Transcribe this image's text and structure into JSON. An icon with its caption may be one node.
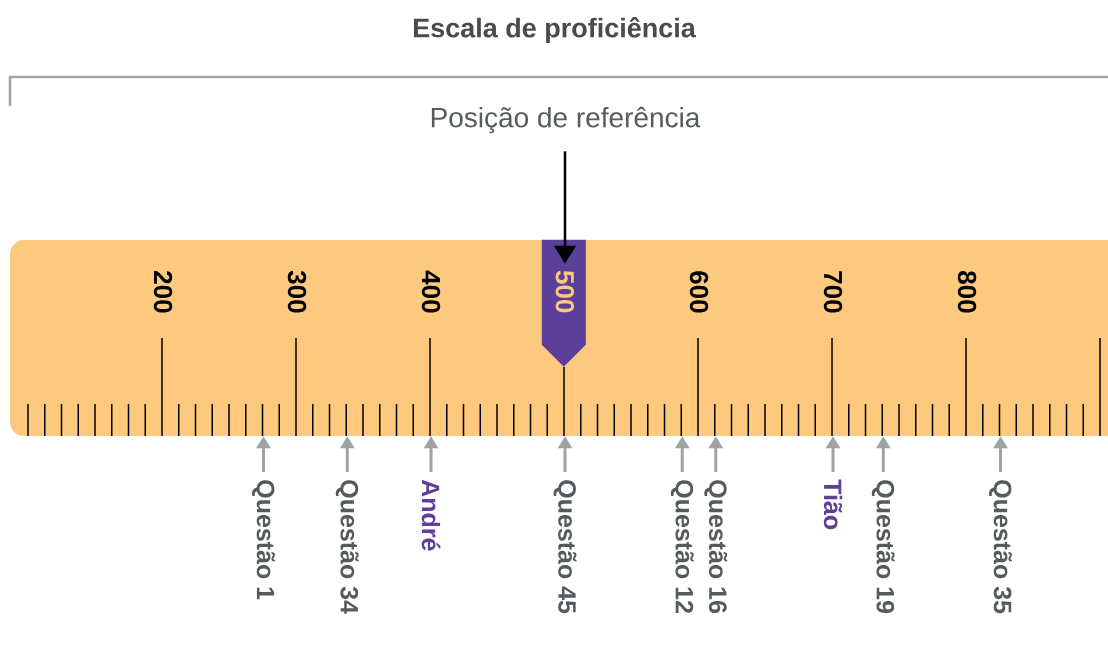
{
  "diagram": {
    "title": "Escala de proficiência",
    "nodes": [
      {
        "text": [
          "Posição de referência"
        ]
      },
      {
        "text": [
          "200",
          "300",
          "400",
          "600",
          "700",
          "800"
        ]
      },
      {
        "text": [
          "500"
        ],
        "in": 1
      },
      {
        "text": [
          "Questão 1"
        ]
      },
      {
        "text": [
          "Questão 34"
        ]
      },
      {
        "text": [
          "André"
        ]
      },
      {
        "text": [
          "Questão 45"
        ]
      },
      {
        "text": [
          "Questão 12"
        ]
      },
      {
        "text": [
          "Questão 16"
        ]
      },
      {
        "text": [
          "Tião"
        ]
      },
      {
        "text": [
          "Questão 19"
        ]
      },
      {
        "text": [
          "Questão 35"
        ]
      }
    ],
    "edges": [
      {
        "from": 0,
        "to": 2,
        "arrow": "to",
        "color": "#000000"
      },
      {
        "from": 3,
        "to": 1,
        "arrow": "to"
      },
      {
        "from": 4,
        "to": 1,
        "arrow": "to"
      },
      {
        "from": 5,
        "to": 1,
        "arrow": "to"
      },
      {
        "from": 6,
        "to": 1,
        "arrow": "to"
      },
      {
        "from": 7,
        "to": 1,
        "arrow": "to"
      },
      {
        "from": 8,
        "to": 1,
        "arrow": "to"
      },
      {
        "from": 9,
        "to": 1,
        "arrow": "to"
      },
      {
        "from": 10,
        "to": 1,
        "arrow": "to"
      },
      {
        "from": 11,
        "to": 1,
        "arrow": "to"
      }
    ]
  }
}
